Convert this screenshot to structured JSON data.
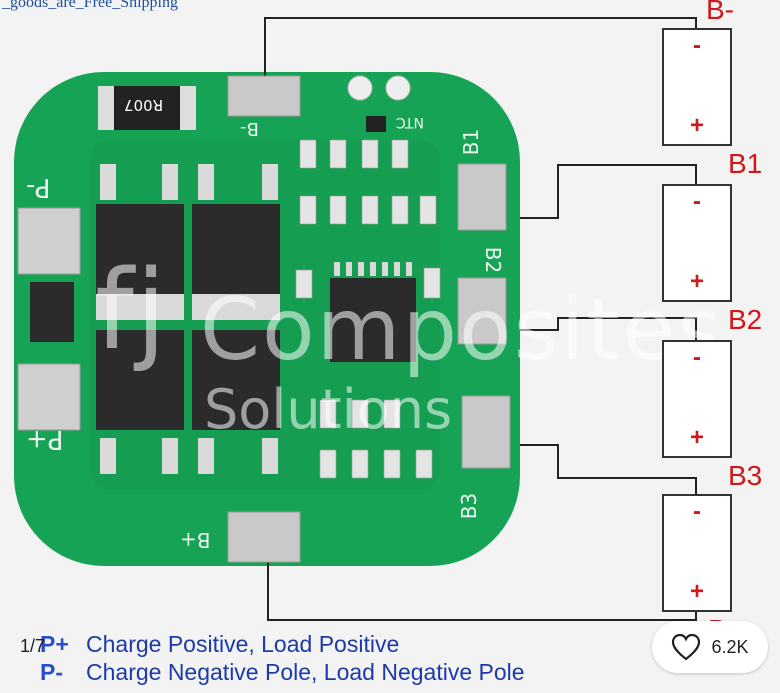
{
  "top_caption": "_goods_are_Free_Shipping",
  "terminals": {
    "bminus": "B-",
    "b1": "B1",
    "b2": "B2",
    "b3": "B3",
    "bplus": "B+"
  },
  "cells": [
    {
      "minus": "-",
      "plus": "+"
    },
    {
      "minus": "-",
      "plus": "+"
    },
    {
      "minus": "-",
      "plus": "+"
    },
    {
      "minus": "-",
      "plus": "+"
    }
  ],
  "board": {
    "silk_p_minus": "P-",
    "silk_p_plus": "P+",
    "silk_b_minus": "B-",
    "silk_b_plus": "B+",
    "silk_b1": "B1",
    "silk_b2": "B2",
    "silk_b3": "B3",
    "silk_ntc": "NTC",
    "resistor": "R007"
  },
  "watermark": {
    "logo": "fj",
    "line1": "Composites",
    "line2": "Solutions"
  },
  "legend": {
    "p_plus_key": "P+",
    "p_plus_text": "Charge Positive, Load Positive",
    "p_minus_key": "P-",
    "p_minus_text": "Charge Negative Pole, Load Negative Pole"
  },
  "pager": "1/7",
  "likes": "6.2K",
  "colors": {
    "pcb": "#1aa457",
    "pcb_dark": "#0f8a43",
    "accent_red": "#d11818",
    "legend_blue": "#1c3aa8"
  }
}
